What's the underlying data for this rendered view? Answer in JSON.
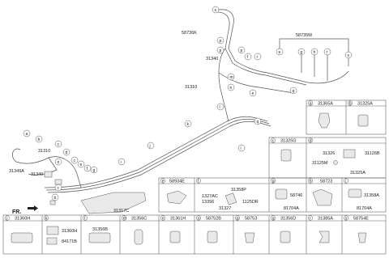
{
  "main_labels": {
    "58736K": "58736K",
    "58735M": "58735M",
    "31340_top": "31340",
    "31310_mid": "31310",
    "31310_left": "31310",
    "31340_left": "31340",
    "31349A": "31349A",
    "31317C": "31317C",
    "FR": "FR."
  },
  "callouts": {
    "s": "s",
    "p": "p",
    "e": "e",
    "g": "g",
    "h": "h",
    "r": "r",
    "f": "f",
    "q": "q",
    "m": "m",
    "n": "n",
    "l": "l",
    "k": "k",
    "j": "j",
    "i": "i",
    "a": "a",
    "b": "b",
    "c": "c",
    "d": "d",
    "o": "o"
  },
  "parts_table": {
    "a": {
      "letter": "a",
      "codes": [
        "31365A"
      ]
    },
    "b": {
      "letter": "b",
      "codes": [
        "31325A"
      ]
    },
    "c": {
      "letter": "c",
      "codes": [
        "31325G"
      ]
    },
    "d": {
      "letter": "d",
      "codes": [
        "31326",
        "31126B",
        "31125M",
        "31325A"
      ]
    },
    "e": {
      "letter": "e",
      "codes": [
        "58934E"
      ]
    },
    "f": {
      "letter": "f",
      "codes": [
        "31358P",
        "1327AC",
        "13396",
        "1125DR",
        "31327"
      ]
    },
    "g": {
      "letter": "g",
      "codes": [
        "58746",
        "81704A"
      ]
    },
    "h": {
      "letter": "h",
      "codes": [
        "58723"
      ]
    },
    "i": {
      "letter": "i",
      "codes": [
        "31358A",
        "81704A"
      ]
    },
    "j": {
      "letter": "j",
      "codes": [
        "31360H"
      ]
    },
    "k": {
      "letter": "k",
      "codes": [
        "31360H",
        "84171B"
      ]
    },
    "l": {
      "letter": "l",
      "codes": [
        "31356B"
      ]
    },
    "m": {
      "letter": "m",
      "codes": [
        "31356C"
      ]
    },
    "n": {
      "letter": "n",
      "codes": [
        "31361H"
      ]
    },
    "o": {
      "letter": "o",
      "codes": [
        "58752B"
      ]
    },
    "p": {
      "letter": "p",
      "codes": [
        "58753"
      ]
    },
    "q": {
      "letter": "q",
      "codes": [
        "31356D"
      ]
    },
    "r": {
      "letter": "r",
      "codes": [
        "31385A"
      ]
    },
    "s": {
      "letter": "s",
      "codes": [
        "58754E"
      ]
    }
  }
}
